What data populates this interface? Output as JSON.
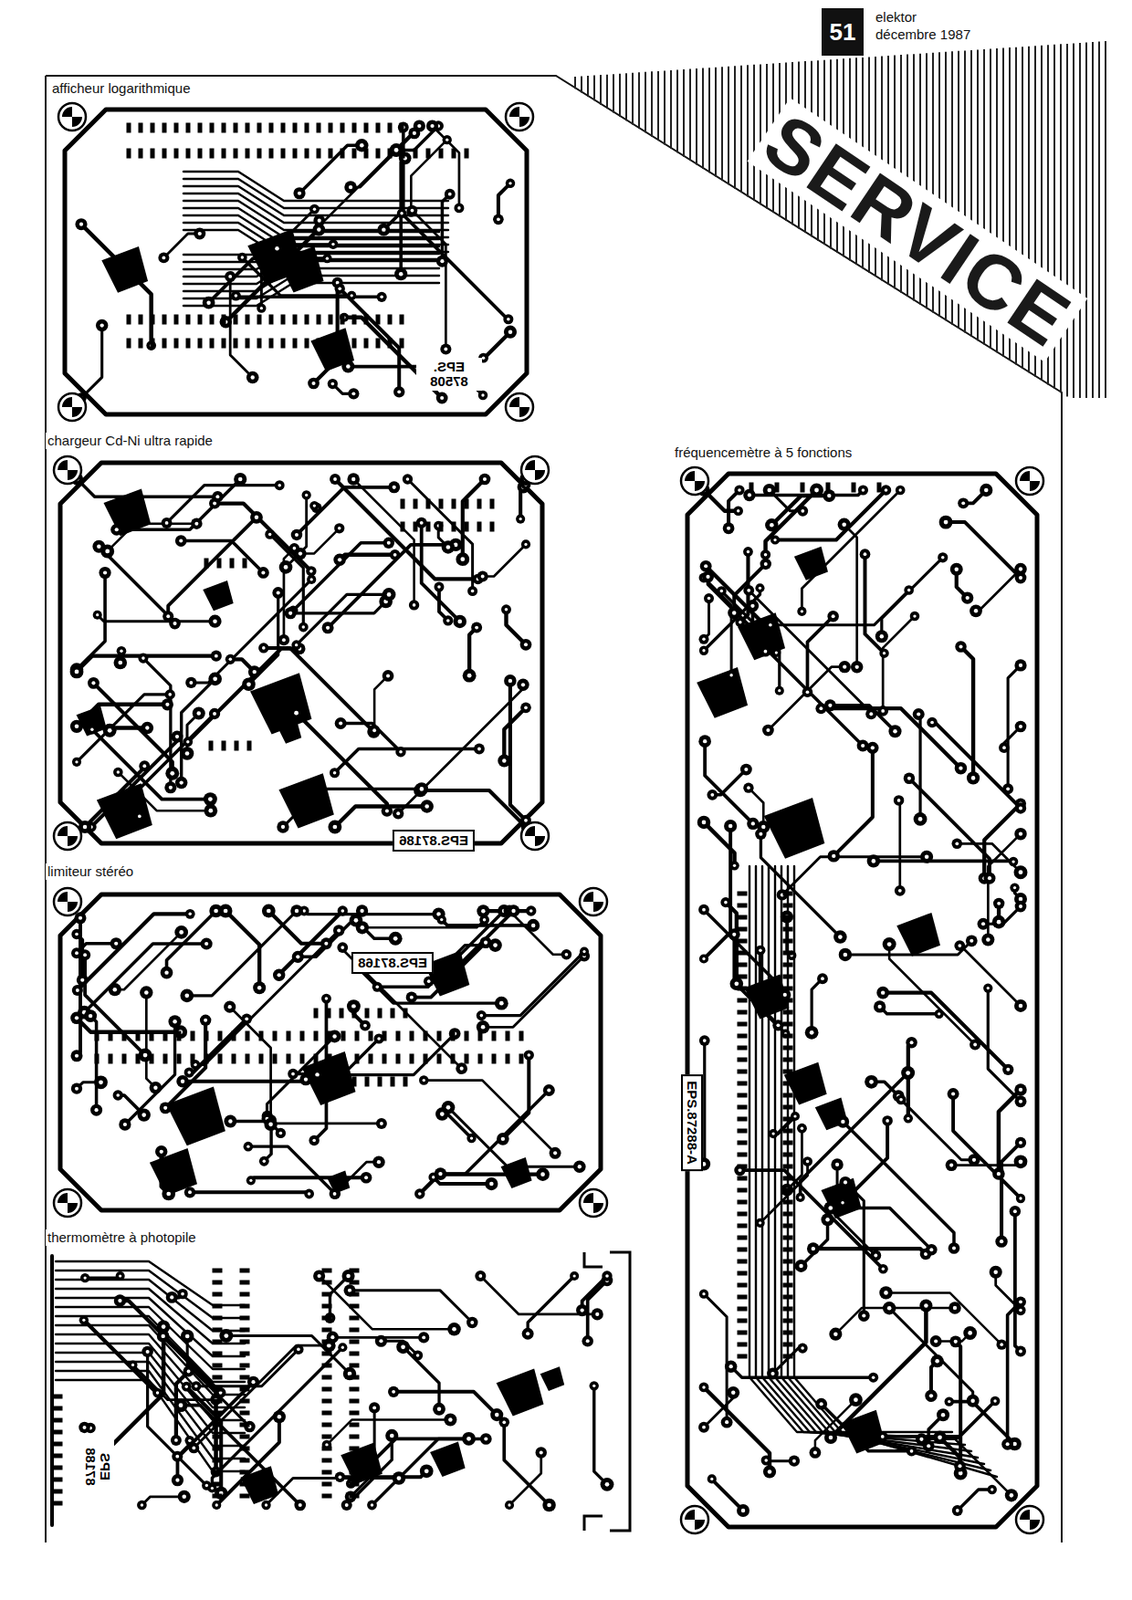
{
  "diagram": {
    "title": "SERVICE",
    "nodes": [
      {
        "text": [
          "51"
        ]
      },
      {
        "text": [
          "afficheur logarithmique",
          "EPS. 87508"
        ]
      },
      {
        "text": [
          "chargeur Cd-Ni ultra rapide",
          "EPS.87186"
        ]
      },
      {
        "text": [
          "limiteur stéréo",
          "EPS.87168"
        ]
      },
      {
        "text": [
          "thermomètre à photopile",
          "EPS 87188"
        ]
      },
      {
        "text": [
          "fréquencemètre à 5 fonctions",
          "EPS.87288-A"
        ]
      }
    ],
    "labels": [
      "elektor",
      "décembre 1987"
    ]
  }
}
